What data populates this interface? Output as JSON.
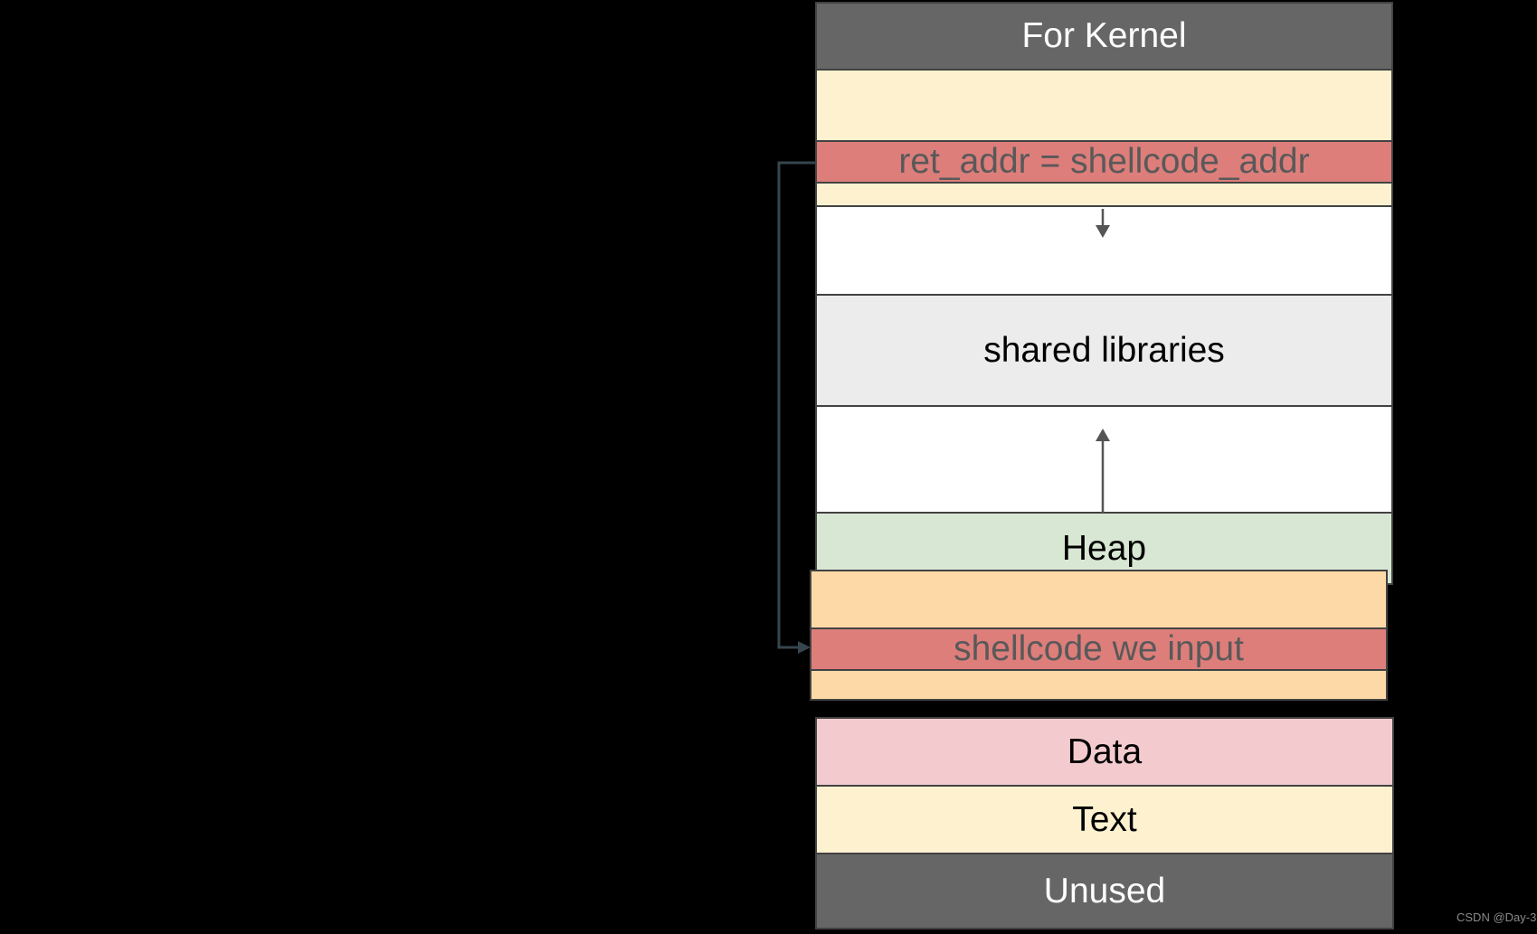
{
  "diagram": {
    "title_implicit": "process memory layout with shellcode injection",
    "main_column": {
      "segments": [
        {
          "name": "for-kernel",
          "label": "For Kernel"
        },
        {
          "name": "stack-upper",
          "label": ""
        },
        {
          "name": "ret-addr",
          "label": "ret_addr = shellcode_addr"
        },
        {
          "name": "stack-lower",
          "label": ""
        },
        {
          "name": "stack-growth-gap",
          "label": ""
        },
        {
          "name": "shared-libraries",
          "label": "shared libraries"
        },
        {
          "name": "heap-growth-gap",
          "label": ""
        },
        {
          "name": "heap",
          "label": "Heap"
        }
      ]
    },
    "shellcode_box": {
      "segments": [
        {
          "name": "input-buffer-upper",
          "label": ""
        },
        {
          "name": "shellcode",
          "label": "shellcode we input"
        },
        {
          "name": "input-buffer-lower",
          "label": ""
        }
      ]
    },
    "lower_column": {
      "segments": [
        {
          "name": "data",
          "label": "Data"
        },
        {
          "name": "text",
          "label": "Text"
        },
        {
          "name": "unused",
          "label": "Unused"
        }
      ]
    },
    "arrows": [
      {
        "name": "ret-addr-to-shellcode-arrow",
        "shape": "elbow-left",
        "color": "#36454E"
      },
      {
        "name": "stack-growth-arrow",
        "direction": "down",
        "color": "#555555"
      },
      {
        "name": "heap-growth-arrow",
        "direction": "up",
        "color": "#555555"
      }
    ]
  },
  "colors": {
    "background": "#000000",
    "kernel_unused_gray": "#666666",
    "stack_cream": "#FDF1CF",
    "highlight_red": "#DD7E7B",
    "shared_lib_gray": "#ECECEC",
    "heap_green": "#D8E7D3",
    "buffer_orange": "#FCD9A7",
    "data_pink": "#F3CBCE",
    "border": "#424242",
    "red_bar_text": "#595959"
  },
  "watermark": {
    "text": "CSDN @Day-3"
  }
}
